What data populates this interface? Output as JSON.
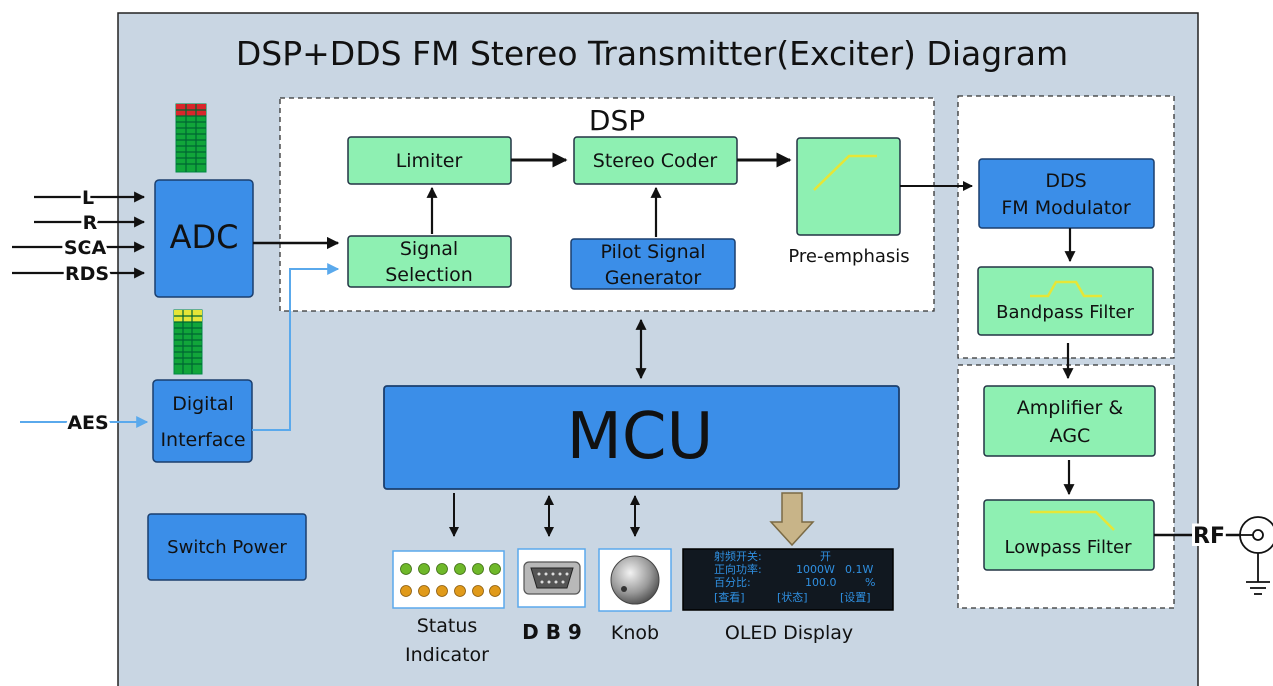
{
  "title": "DSP+DDS FM Stereo Transmitter(Exciter) Diagram",
  "dsp_label": "DSP",
  "inputs": {
    "l": "L",
    "r": "R",
    "sca": "SCA",
    "rds": "RDS",
    "aes": "AES"
  },
  "blocks": {
    "adc": "ADC",
    "digital_interface_line1": "Digital",
    "digital_interface_line2": "Interface",
    "limiter": "Limiter",
    "stereo_coder": "Stereo Coder",
    "signal_selection_line1": "Signal",
    "signal_selection_line2": "Selection",
    "pilot_line1": "Pilot Signal",
    "pilot_line2": "Generator",
    "pre_emphasis": "Pre-emphasis",
    "dds_line1": "DDS",
    "dds_line2": "FM Modulator",
    "bandpass": "Bandpass Filter",
    "amp_line1": "Amplifier &",
    "amp_line2": "AGC",
    "lowpass": "Lowpass Filter",
    "mcu": "MCU",
    "switch_power": "Switch Power",
    "rf": "RF"
  },
  "peripherals": {
    "status_line1": "Status",
    "status_line2": "Indicator",
    "db9": "D B 9",
    "knob": "Knob",
    "oled": "OLED Display"
  },
  "oled_screen": {
    "row1_label": "射频开关:",
    "row1_value": "开",
    "row2_label": "正向功率:",
    "row2_value1": "1000W",
    "row2_value2": "0.1W",
    "row3_label": "百分比:",
    "row3_value": "100.0",
    "row3_unit": "%",
    "menu1": "[查看]",
    "menu2": "[状态]",
    "menu3": "[设置]"
  },
  "colors": {
    "panel": "#c9d6e3",
    "blue_block": "#3b8ee8",
    "green_block": "#8ef0b2",
    "arrow": "#111111",
    "aes_line": "#5aa9ec",
    "yellow": "#e6e637",
    "meter_green": "#11a53a",
    "meter_red": "#d9262b",
    "oled_text": "#2f8fe0"
  }
}
